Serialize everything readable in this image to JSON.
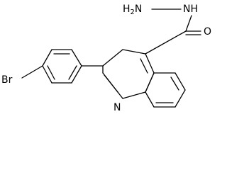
{
  "molecule": {
    "atoms": {
      "hydrazide_nh2": "H2N",
      "hydrazide_nh": "NH",
      "carbonyl_o": "O",
      "bromine": "Br",
      "ring_n": "N"
    },
    "colors": {
      "bond": "#000000",
      "label": "#000000",
      "background": "#ffffff"
    }
  }
}
